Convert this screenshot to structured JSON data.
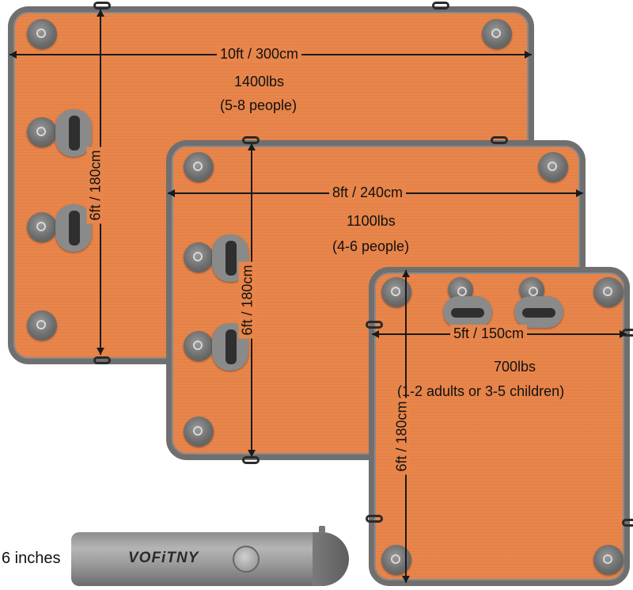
{
  "colors": {
    "dock": "#e8854a",
    "edge": "#6f6f6f"
  },
  "large": {
    "width": "10ft / 300cm",
    "capacity": "1400lbs",
    "people": "(5-8 people)",
    "height": "6ft / 180cm"
  },
  "medium": {
    "width": "8ft / 240cm",
    "capacity": "1100lbs",
    "people": "(4-6 people)",
    "height": "6ft / 180cm"
  },
  "small": {
    "width": "5ft / 150cm",
    "capacity": "700lbs",
    "people": "(1-2 adults or 3-5 children)",
    "height": "6ft / 180cm"
  },
  "thickness": {
    "label": "6 inches",
    "brand": "VOFiTNY"
  },
  "icons": {
    "ring": "d-ring-icon",
    "handle": "handle-icon",
    "logo": "brand-logo-icon"
  }
}
